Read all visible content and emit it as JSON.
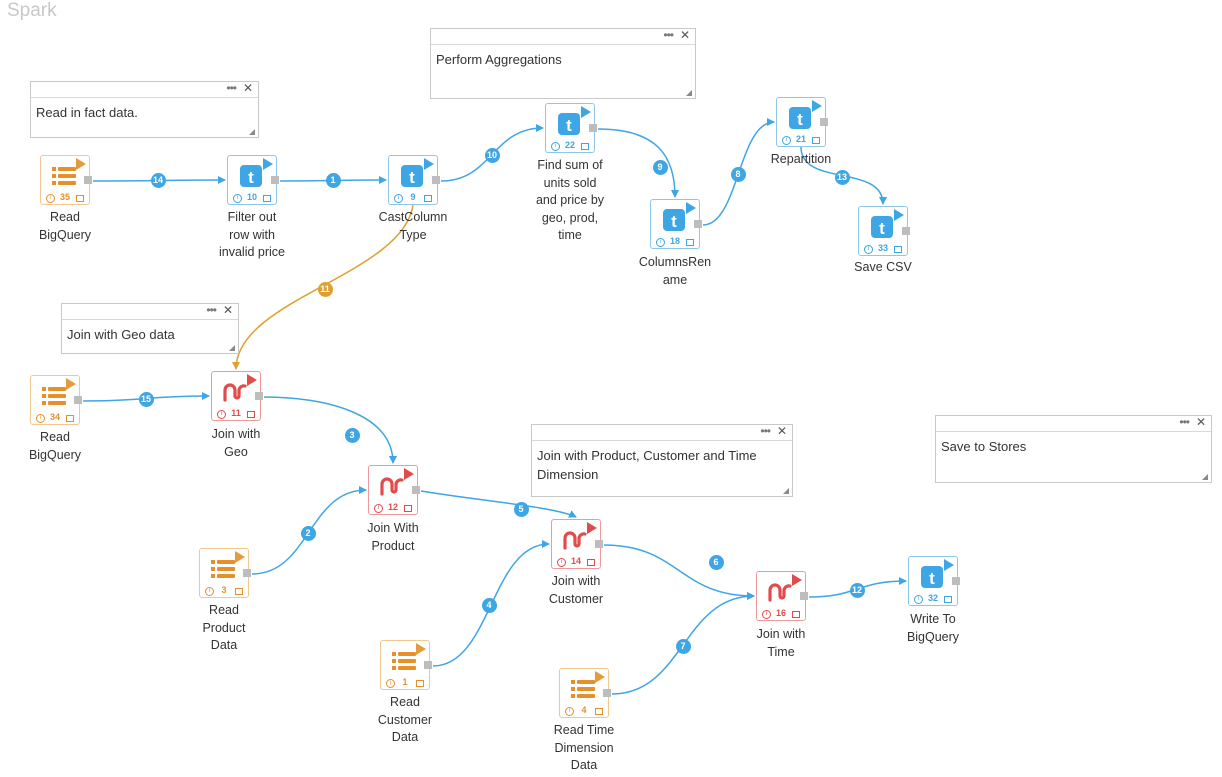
{
  "app": {
    "title": "Spark"
  },
  "notes": [
    {
      "id": "note-fact",
      "text": "Read in fact data."
    },
    {
      "id": "note-agg",
      "text": "Perform Aggregations"
    },
    {
      "id": "note-geo",
      "text": "Join with Geo data"
    },
    {
      "id": "note-dims",
      "text": "Join with Product, Customer and Time Dimension"
    },
    {
      "id": "note-stores",
      "text": "Save to Stores"
    }
  ],
  "nodes": [
    {
      "id": "n35",
      "type": "source",
      "icon": "bigquery-source-icon",
      "num": "35",
      "label": [
        "Read",
        "BigQuery"
      ]
    },
    {
      "id": "n10",
      "type": "transform",
      "icon": "transform-t-icon",
      "num": "10",
      "label": [
        "Filter out",
        "row with",
        "invalid price"
      ]
    },
    {
      "id": "n9",
      "type": "transform",
      "icon": "transform-t-icon",
      "num": "9",
      "label": [
        "CastColumn",
        "Type"
      ]
    },
    {
      "id": "n22",
      "type": "transform",
      "icon": "transform-t-icon",
      "num": "22",
      "label": [
        "Find sum of",
        "units sold",
        "and price by",
        "geo, prod,",
        "time"
      ]
    },
    {
      "id": "n18",
      "type": "transform",
      "icon": "transform-t-icon",
      "num": "18",
      "label": [
        "ColumnsRen",
        "ame"
      ]
    },
    {
      "id": "n21",
      "type": "transform",
      "icon": "transform-t-icon",
      "num": "21",
      "label": [
        "Repartition"
      ]
    },
    {
      "id": "n33",
      "type": "transform",
      "icon": "transform-t-icon",
      "num": "33",
      "label": [
        "Save CSV"
      ]
    },
    {
      "id": "n34",
      "type": "source",
      "icon": "bigquery-source-icon",
      "num": "34",
      "label": [
        "Read",
        "BigQuery"
      ]
    },
    {
      "id": "n11",
      "type": "join",
      "icon": "join-icon",
      "num": "11",
      "label": [
        "Join with",
        "Geo"
      ]
    },
    {
      "id": "n12",
      "type": "join",
      "icon": "join-icon",
      "num": "12",
      "label": [
        "Join With",
        "Product"
      ]
    },
    {
      "id": "n3",
      "type": "source",
      "icon": "bigquery-source-icon",
      "num": "3",
      "label": [
        "Read",
        "Product",
        "Data"
      ]
    },
    {
      "id": "n14",
      "type": "join",
      "icon": "join-icon",
      "num": "14",
      "label": [
        "Join with",
        "Customer"
      ]
    },
    {
      "id": "n1",
      "type": "source",
      "icon": "bigquery-source-icon",
      "num": "1",
      "label": [
        "Read",
        "Customer",
        "Data"
      ]
    },
    {
      "id": "n16",
      "type": "join",
      "icon": "join-icon",
      "num": "16",
      "label": [
        "Join with",
        "Time"
      ]
    },
    {
      "id": "n4",
      "type": "source",
      "icon": "bigquery-source-icon",
      "num": "4",
      "label": [
        "Read Time",
        "Dimension",
        "Data"
      ]
    },
    {
      "id": "n32",
      "type": "transform",
      "icon": "transform-t-icon",
      "num": "32",
      "label": [
        "Write To",
        "BigQuery"
      ]
    }
  ],
  "edges": [
    {
      "num": "14",
      "from": "n35",
      "to": "n10"
    },
    {
      "num": "1",
      "from": "n10",
      "to": "n9"
    },
    {
      "num": "10",
      "from": "n9",
      "to": "n22"
    },
    {
      "num": "9",
      "from": "n22",
      "to": "n18"
    },
    {
      "num": "8",
      "from": "n18",
      "to": "n21"
    },
    {
      "num": "13",
      "from": "n21",
      "to": "n33"
    },
    {
      "num": "11",
      "from": "n9",
      "to": "n11",
      "color": "#e0a030"
    },
    {
      "num": "15",
      "from": "n34",
      "to": "n11"
    },
    {
      "num": "3",
      "from": "n11",
      "to": "n12"
    },
    {
      "num": "2",
      "from": "n3",
      "to": "n12"
    },
    {
      "num": "5",
      "from": "n12",
      "to": "n14"
    },
    {
      "num": "4",
      "from": "n1",
      "to": "n14"
    },
    {
      "num": "6",
      "from": "n14",
      "to": "n16"
    },
    {
      "num": "7",
      "from": "n4",
      "to": "n16"
    },
    {
      "num": "12",
      "from": "n16",
      "to": "n32"
    }
  ]
}
